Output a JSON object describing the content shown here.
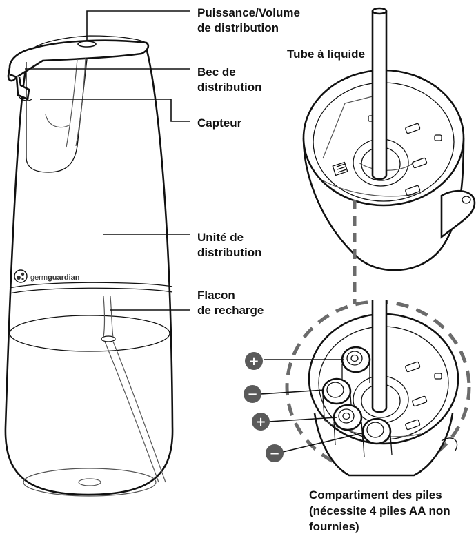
{
  "labels": {
    "power_volume": [
      "Puissance/Volume",
      "de distribution"
    ],
    "spout": [
      "Bec de",
      "distribution"
    ],
    "sensor": [
      "Capteur"
    ],
    "dispensing_unit": [
      "Unité de",
      "distribution"
    ],
    "refill_bottle": [
      "Flacon",
      "de recharge"
    ],
    "liquid_tube": [
      "Tube à liquide"
    ],
    "battery_compartment": [
      "Compartiment des piles",
      "(nécessite 4 piles AA non",
      "fournies)"
    ]
  },
  "brand": {
    "prefix": "germ",
    "suffix": "guardian"
  },
  "battery_polarity": [
    "+",
    "−",
    "+",
    "−"
  ],
  "colors": {
    "ink": "#111111",
    "polarity_badge": "#5a5a5a",
    "dashed": "#6b6b6b"
  }
}
